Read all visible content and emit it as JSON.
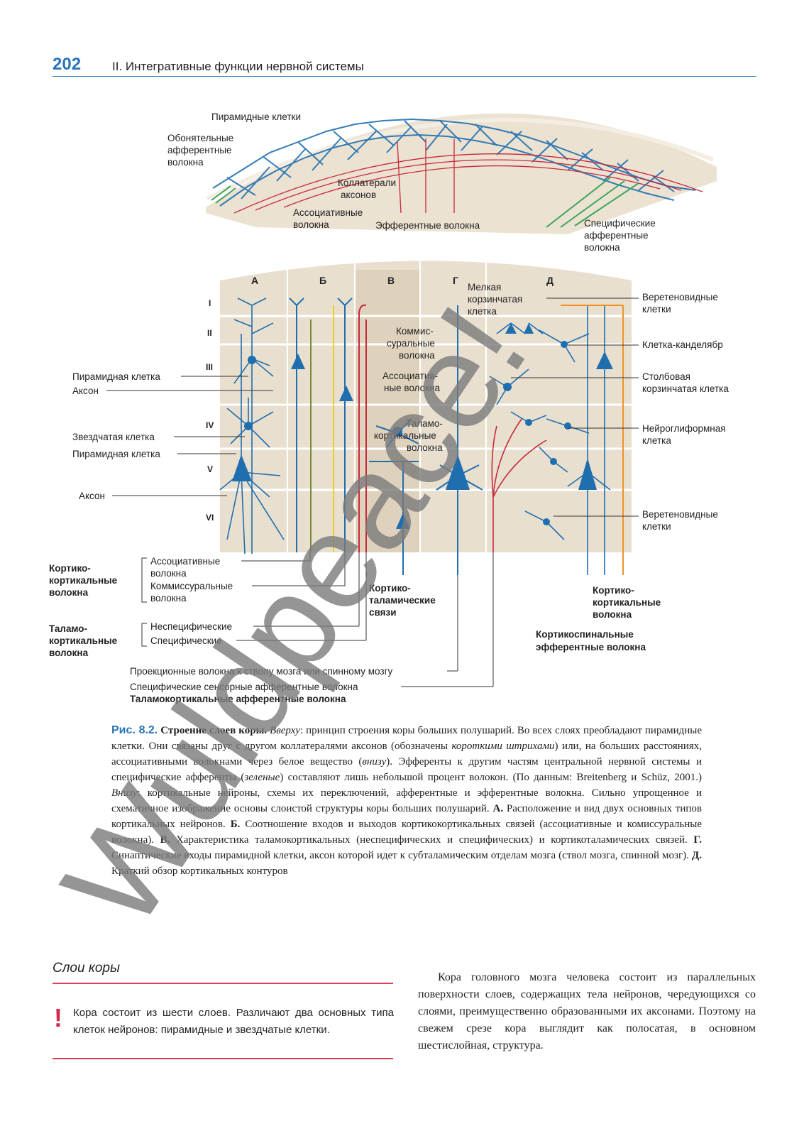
{
  "header": {
    "page_number": "202",
    "running_title": "II. Интегративные функции нервной системы"
  },
  "figure": {
    "top": {
      "pyramidal_cells": "Пирамидные клетки",
      "olfactory_afferent": [
        "Обонятельные",
        "афферентные",
        "волокна"
      ],
      "axon_collaterals": [
        "Коллатерали",
        "аксонов"
      ],
      "association_fibers": [
        "Ассоциативные",
        "волокна"
      ],
      "efferent_fibers": "Эфферентные волокна",
      "specific_afferent": [
        "Специфические",
        "афферентные",
        "волокна"
      ]
    },
    "columns": [
      "А",
      "Б",
      "В",
      "Г",
      "Д"
    ],
    "layers": [
      "I",
      "II",
      "III",
      "IV",
      "V",
      "VI"
    ],
    "left_labels": {
      "pyramidal_cell_1": "Пирамидная клетка",
      "axon_1": "Аксон",
      "stellate_cell": "Звездчатая клетка",
      "pyramidal_cell_2": "Пирамидная клетка",
      "axon_2": "Аксон"
    },
    "inner_labels": {
      "small_basket": [
        "Мелкая",
        "корзинчатая",
        "клетка"
      ],
      "commissural": [
        "Коммис-",
        "суральные",
        "волокна"
      ],
      "association": [
        "Ассоциатив-",
        "ные волокна"
      ],
      "thalamocortical": [
        "Таламо-",
        "кортикальные",
        "волокна"
      ]
    },
    "right_labels": {
      "spindle_cells_1": [
        "Веретеновидные",
        "клетки"
      ],
      "chandelier": "Клетка-канделябр",
      "column_basket": [
        "Столбовая",
        "корзинчатая клетка"
      ],
      "neurogliaform": [
        "Нейроглиформная",
        "клетка"
      ],
      "spindle_cells_2": [
        "Веретеновидные",
        "клетки"
      ]
    },
    "bottom": {
      "cortico_cortical": [
        "Кортико-",
        "кортикальные",
        "волокна"
      ],
      "assoc_fibers": [
        "Ассоциативные",
        "волокна"
      ],
      "comm_fibers": [
        "Коммиссуральные",
        "волокна"
      ],
      "corticothalamic": [
        "Кортико-",
        "таламические",
        "связи"
      ],
      "cortico_cortical_right": [
        "Кортико-",
        "кортикальные",
        "волокна"
      ],
      "corticospinal": [
        "Кортикоспинальные",
        "эфферентные волокна"
      ],
      "thalamo_cortical": [
        "Таламо-",
        "кортикальные",
        "волокна"
      ],
      "nonspecific": "Неспецифические",
      "specific": "Специфические",
      "projection": "Проекционные волокна к стволу мозга или спинному мозгу",
      "specific_sensory": "Специфические сенсорные афферентные волокна",
      "thalamocortical_afferent": "Таламокортикальные афферентные волокна"
    }
  },
  "caption": {
    "fig_no": "Рис. 8.2.",
    "title": "Строение слоев коры.",
    "top_word": "Вверху",
    "t1": ": принцип строения коры больших полушарий. Во всех слоях преобладают пирамидные клетки. Они связаны друг с другом коллатералями аксонов (обозначены ",
    "short_strokes": "короткими штрихами",
    "t2": ") или, на больших расстояниях, ассоциативными волокнами через белое вещество (",
    "below_word": "внизу",
    "t3": "). Эфференты к другим частям центральной нервной системы и специфические афференты (",
    "green_word": "зеленые",
    "t4": ") составляют лишь небольшой процент волокон. (По данным: Breitenberg и Schüz, 2001.) ",
    "bottom_word": "Внизу",
    "t5": ": кортикальные нейроны, схемы их переключений, афферентные и эфферентные волокна. Сильно упрощенное и схематичное изображение основы слоистой структуры коры больших полушарий. ",
    "a": "А.",
    "ta": " Расположение и вид двух основных типов кортикальных нейронов. ",
    "b": "Б.",
    "tb": " Соотношение входов и выходов кортикокортикальных связей (ассоциативные и комиссуральные волокна). ",
    "v": "В.",
    "tv": " Характеристика таламокортикальных (неспецифических и специфических) и кортикоталамических связей. ",
    "g": "Г.",
    "tg": " Синаптические входы пирамидной клетки, аксон которой идет к субталамическим отделам мозга (ствол мозга, спинной мозг). ",
    "d": "Д.",
    "td": " Краткий обзор кортикальных контуров"
  },
  "section": {
    "title": "Слои коры",
    "note": "Кора состоит из шести слоев. Различают два основных типа клеток нейронов: пирамидные и звездчатые клетки.",
    "body": "Кора головного мозга человека состоит из параллельных поверхности слоев, содержащих тела нейронов, чередующихся со слоями, преимущественно образованными их аксонами. Поэтому на свежем срезе кора выглядит как полосатая, в основном шестислойная, структура."
  },
  "watermark": "Wuldpeace!",
  "colors": {
    "accent": "#2a73b8",
    "neuron": "#1f6fb0",
    "red": "#c8283c",
    "yellow": "#e8d21a",
    "olive": "#7a8a3a",
    "orange": "#f0922a",
    "green": "#3aa55a",
    "tissue": "#ebe0d0",
    "alert": "#d42a4a"
  }
}
